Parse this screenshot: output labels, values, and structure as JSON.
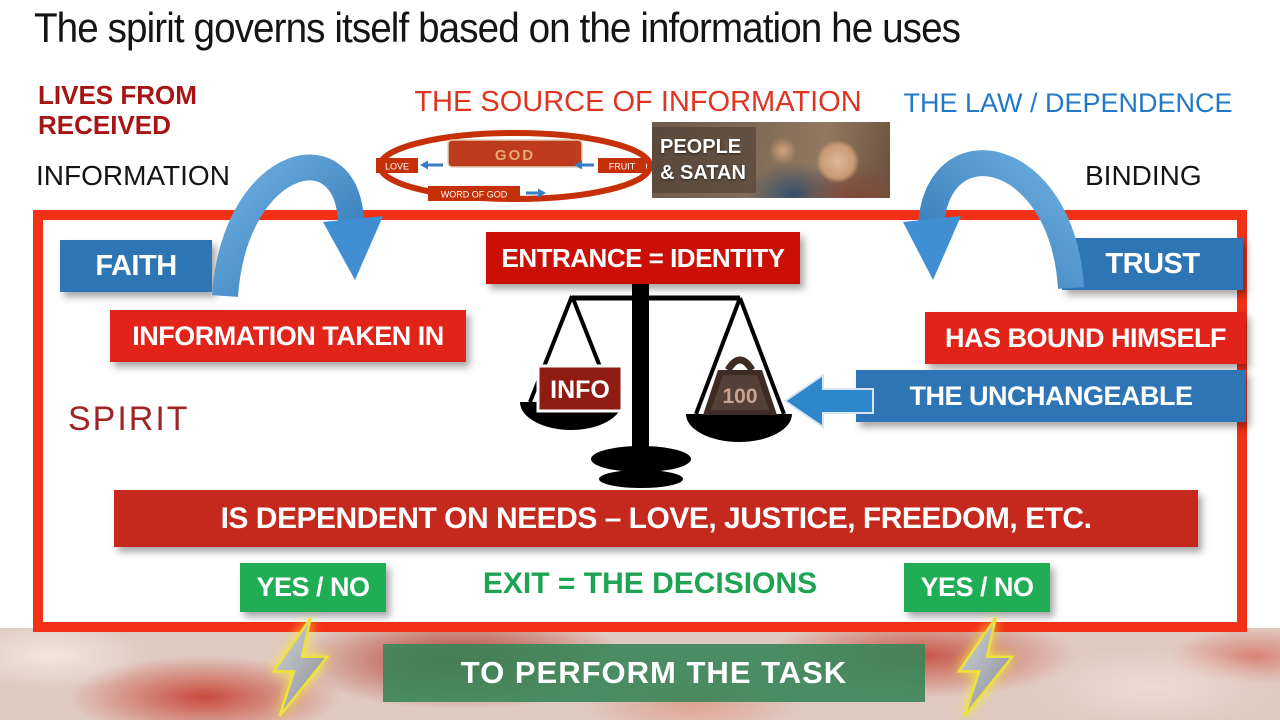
{
  "title": "The spirit governs itself based on the information he uses",
  "top_left": {
    "lives_from": "LIVES FROM",
    "received": "RECEIVED",
    "information": "INFORMATION"
  },
  "headings": {
    "source_of_information": "THE SOURCE OF INFORMATION",
    "law_dependence": "THE LAW / DEPENDENCE",
    "binding": "BINDING"
  },
  "source_oval": {
    "god": "GOD",
    "love": "LOVE",
    "fruit": "FRUIT",
    "word_of_god": "WORD OF GOD"
  },
  "people": {
    "line1": "PEOPLE",
    "line2": "& SATAN"
  },
  "spirit_box": {
    "faith": "FAITH",
    "entrance_identity": "ENTRANCE = IDENTITY",
    "trust": "TRUST",
    "information_taken_in": "INFORMATION TAKEN IN",
    "has_bound_himself": "HAS BOUND HIMSELF",
    "the_unchangeable": "THE UNCHANGEABLE",
    "spirit": "SPIRIT",
    "scale": {
      "info": "INFO",
      "weight": "100"
    },
    "needs": "IS DEPENDENT ON NEEDS – LOVE, JUSTICE, FREEDOM, ETC.",
    "yes_no_left": "YES / NO",
    "exit_decisions": "EXIT = THE DECISIONS",
    "yes_no_right": "YES / NO"
  },
  "footer": {
    "to_perform": "TO PERFORM THE TASK"
  },
  "colors": {
    "accent_red": "#E2231A",
    "entrance_red": "#CB0F07",
    "dark_red_text": "#A81414",
    "accent_blue": "#2E75B6",
    "heading_blue": "#2278C8",
    "heading_red": "#E03422",
    "accent_green": "#1FAD55",
    "banner_green": "#3A8658",
    "border_red": "#F23017"
  }
}
